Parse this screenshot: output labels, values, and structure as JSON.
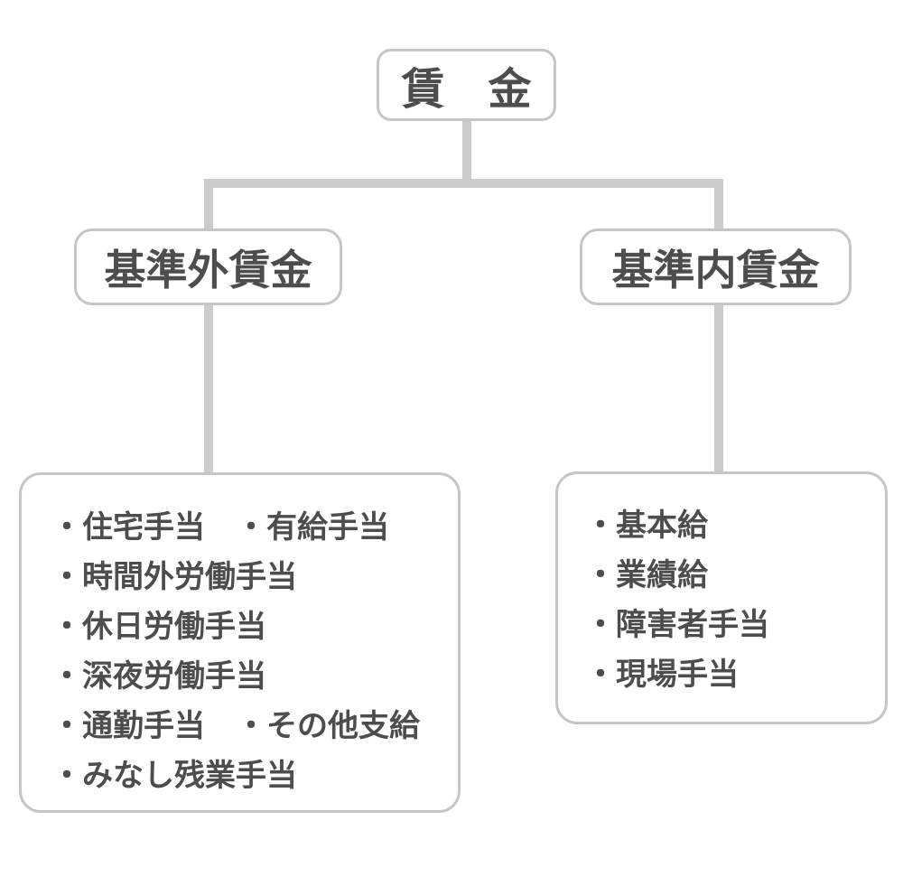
{
  "diagram": {
    "root": {
      "label": "賃　金"
    },
    "branches": [
      {
        "label": "基準外賃金",
        "items": [
          "・住宅手当　・有給手当",
          "・時間外労働手当",
          "・休日労働手当",
          "・深夜労働手当",
          "・通勤手当　・その他支給",
          "・みなし残業手当"
        ]
      },
      {
        "label": "基準内賃金",
        "items": [
          "・基本給",
          "・業績給",
          "・障害者手当",
          "・現場手当"
        ]
      }
    ],
    "colors": {
      "line": "#cccccc",
      "border": "#c6c6c6",
      "text": "#4d4d4d",
      "background": "#ffffff"
    }
  }
}
